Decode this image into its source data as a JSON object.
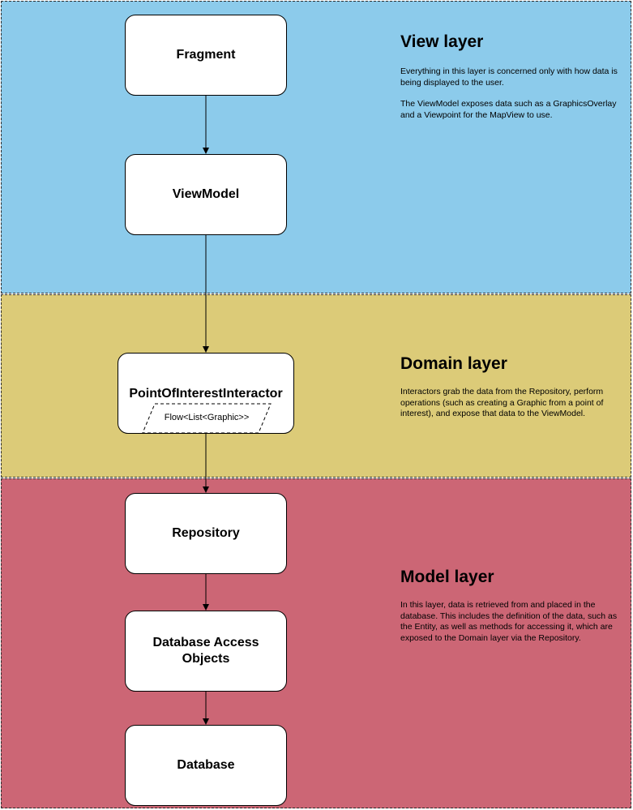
{
  "layers": {
    "view": {
      "title": "View layer",
      "paragraph1": "Everything in this layer is concerned only with how data is being displayed to the user.",
      "paragraph2": "The ViewModel exposes data such as a GraphicsOverlay and a Viewpoint for the MapView to use.",
      "color": "#8ccbeb"
    },
    "domain": {
      "title": "Domain layer",
      "paragraph1": "Interactors grab the data from the Repository, perform operations (such as creating a Graphic from a point of interest), and expose that data to the ViewModel.",
      "color": "#dccb78"
    },
    "model": {
      "title": "Model layer",
      "paragraph1": "In this layer, data is retrieved from and placed in the database. This includes the definition of the data, such as the Entity, as well as methods for accessing it, which are exposed to the Domain layer via the Repository.",
      "color": "#cc6675"
    }
  },
  "nodes": {
    "fragment": "Fragment",
    "viewmodel": "ViewModel",
    "interactor": "PointOfInterestInteractor",
    "interactor_output": "Flow<List<Graphic>>",
    "repository": "Repository",
    "dao": "Database Access Objects",
    "database": "Database"
  }
}
